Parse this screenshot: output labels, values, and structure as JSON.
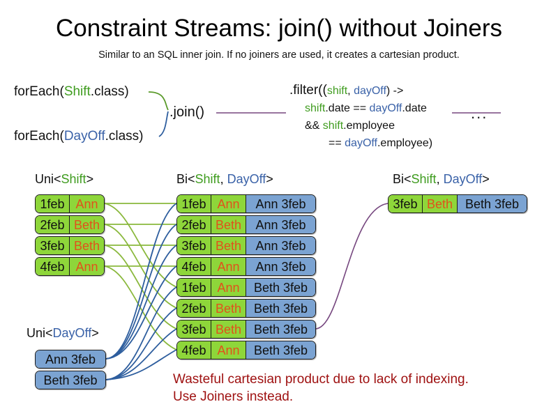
{
  "header": {
    "title": "Constraint Streams: join() without Joiners",
    "subtitle": "Similar to an SQL inner join. If no joiners are used, it creates a cartesian product."
  },
  "code": {
    "for_each_shift": {
      "prefix": "forEach(",
      "type": "Shift",
      "suffix": ".class)"
    },
    "for_each_dayoff": {
      "prefix": "forEach(",
      "type": "DayOff",
      "suffix": ".class)"
    },
    "join_label": ".join()",
    "ellipsis": "...",
    "filter": {
      "line1_a": ".filter((",
      "line1_shift": "shift",
      "line1_comma": ", ",
      "line1_dayoff": "dayOff",
      "line1_b": ") ->",
      "line2_shift": "shift",
      "line2_mid": ".date == ",
      "line2_dayoff": "dayOff",
      "line2_end": ".date",
      "line3_a": "&& ",
      "line3_shift": "shift",
      "line3_end": ".employee",
      "line4_a": "== ",
      "line4_dayoff": "dayOff",
      "line4_end": ".employee)"
    }
  },
  "streams": {
    "uni_shift_label": {
      "prefix": "Uni<",
      "type": "Shift",
      "suffix": ">"
    },
    "uni_dayoff_label": {
      "prefix": "Uni<",
      "type": "DayOff",
      "suffix": ">"
    },
    "bi_label_middle": {
      "prefix": "Bi<",
      "type1": "Shift",
      "sep": ", ",
      "type2": "DayOff",
      "suffix": ">"
    },
    "bi_label_right": {
      "prefix": "Bi<",
      "type1": "Shift",
      "sep": ", ",
      "type2": "DayOff",
      "suffix": ">"
    }
  },
  "shifts": [
    {
      "date": "1feb",
      "employee": "Ann"
    },
    {
      "date": "2feb",
      "employee": "Beth"
    },
    {
      "date": "3feb",
      "employee": "Beth"
    },
    {
      "date": "4feb",
      "employee": "Ann"
    }
  ],
  "day_offs": [
    {
      "label": "Ann 3feb"
    },
    {
      "label": "Beth 3feb"
    }
  ],
  "cartesian_pairs": [
    {
      "date": "1feb",
      "employee": "Ann",
      "day_off": "Ann 3feb"
    },
    {
      "date": "2feb",
      "employee": "Beth",
      "day_off": "Ann 3feb"
    },
    {
      "date": "3feb",
      "employee": "Beth",
      "day_off": "Ann 3feb"
    },
    {
      "date": "4feb",
      "employee": "Ann",
      "day_off": "Ann 3feb"
    },
    {
      "date": "1feb",
      "employee": "Ann",
      "day_off": "Beth 3feb"
    },
    {
      "date": "2feb",
      "employee": "Beth",
      "day_off": "Beth 3feb"
    },
    {
      "date": "3feb",
      "employee": "Beth",
      "day_off": "Beth 3feb"
    },
    {
      "date": "4feb",
      "employee": "Ann",
      "day_off": "Beth 3feb"
    }
  ],
  "result": {
    "date": "3feb",
    "employee": "Beth",
    "day_off": "Beth 3feb"
  },
  "note": {
    "line1": "Wasteful cartesian product due to lack of indexing.",
    "line2": "Use Joiners instead."
  },
  "colors": {
    "shift_green": "#8ed63a",
    "dayoff_blue": "#7ba3d2",
    "shift_text_green": "#3f9c1f",
    "dayoff_text_blue": "#3a62a8",
    "employee_orange": "#e0521b",
    "note_red": "#9e1010",
    "link_purple": "#76477f",
    "card_border": "#1b1b1b"
  }
}
